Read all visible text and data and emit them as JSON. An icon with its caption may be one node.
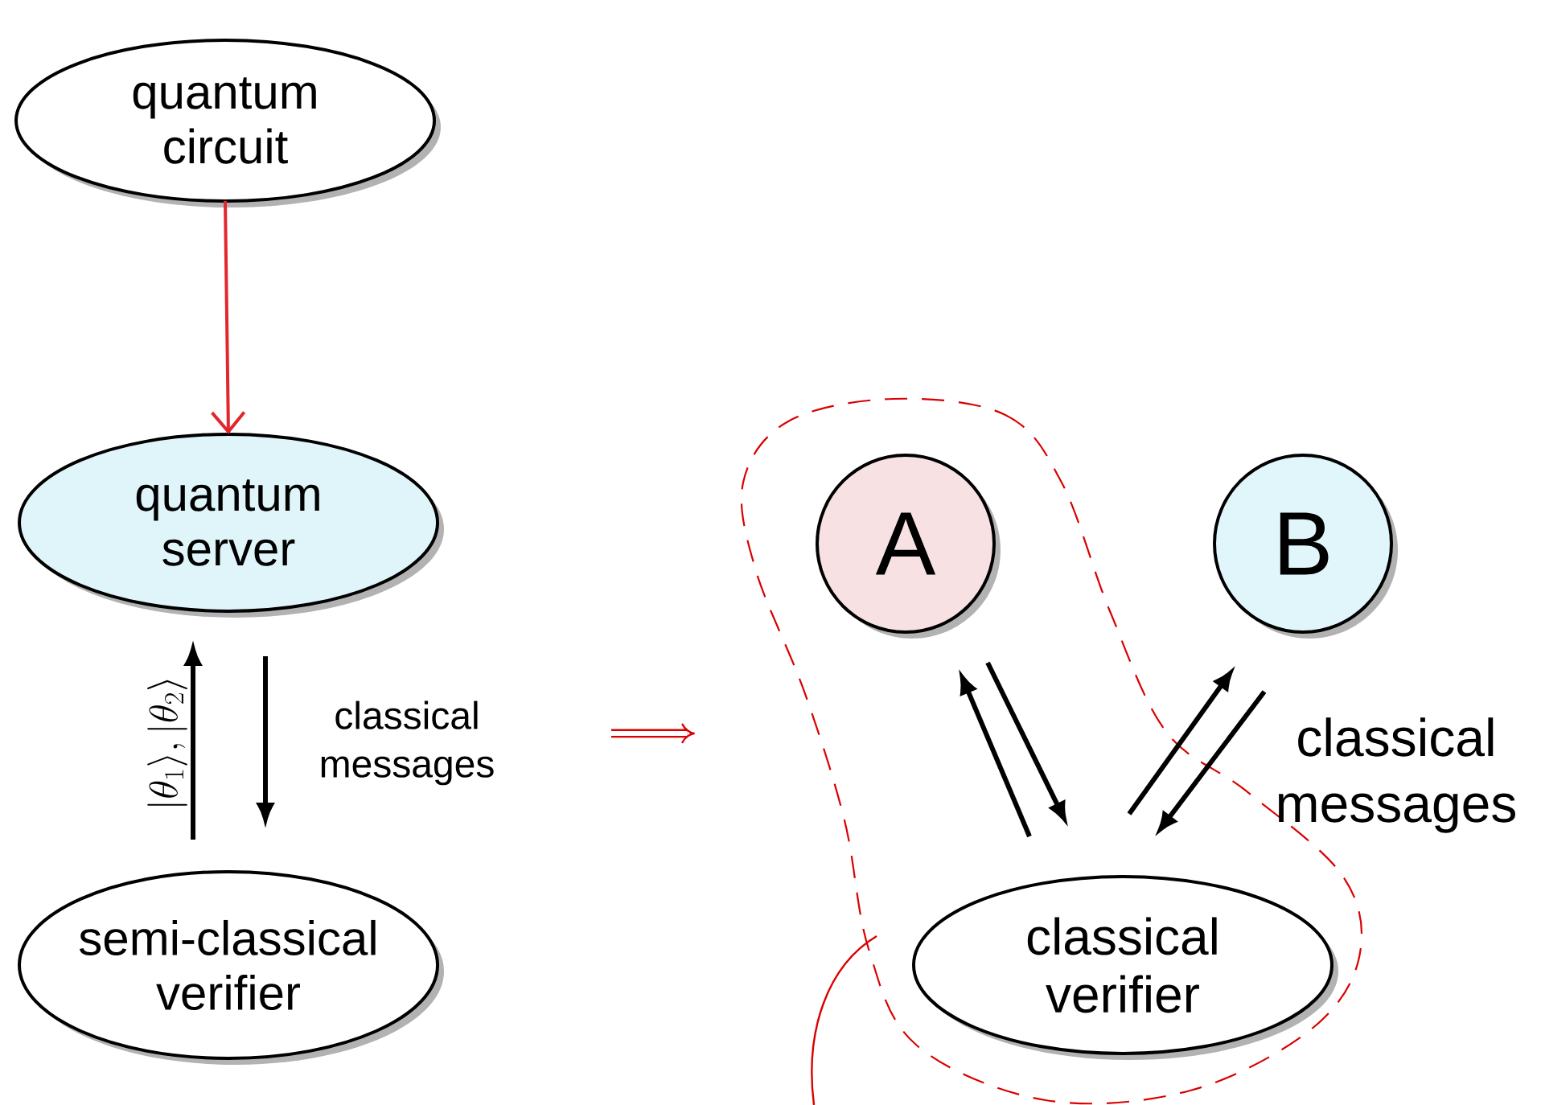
{
  "diagram": {
    "nodes": [
      {
        "text": [
          "quantum circuit"
        ]
      },
      {
        "text": [
          "quantum server"
        ]
      },
      {
        "text": [
          "semi-classical verifier"
        ]
      },
      {
        "text": [
          "A"
        ]
      },
      {
        "text": [
          "B"
        ]
      },
      {
        "text": [
          "classical verifier"
        ]
      }
    ],
    "edges": [
      {
        "from": 0,
        "to": 1,
        "arrow": "to",
        "color": "#e3262d"
      },
      {
        "from": 2,
        "to": 1,
        "arrow": "to",
        "label": "|\\theta_1\\rangle, |\\theta_2\\rangle"
      },
      {
        "from": 1,
        "to": 2,
        "arrow": "to",
        "label": "classical messages"
      },
      {
        "from": 5,
        "to": 3,
        "arrow": "to"
      },
      {
        "from": 3,
        "to": 5,
        "arrow": "to"
      },
      {
        "from": 5,
        "to": 4,
        "arrow": "to"
      },
      {
        "from": 4,
        "to": 5,
        "arrow": "to",
        "label": "classical messages"
      }
    ]
  }
}
